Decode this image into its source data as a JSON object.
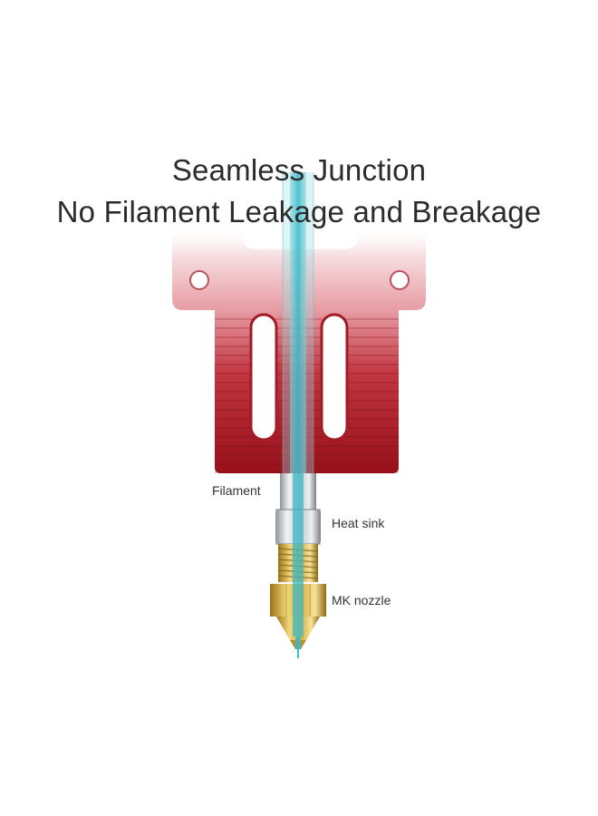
{
  "headline": {
    "line1": "Seamless Junction",
    "line2": "No Filament Leakage and Breakage"
  },
  "callouts": {
    "filament": "Filament",
    "heat_sink": "Heat sink",
    "nozzle": "MK nozzle"
  },
  "colors": {
    "heatsink_red": "#c4202e",
    "heatsink_fade": "#f2d3d6",
    "filament_cyan": "#39b9c8",
    "throat_steel": "#c9ccd0",
    "nozzle_brass": "#d9b24a",
    "text": "#2b2b2b"
  }
}
